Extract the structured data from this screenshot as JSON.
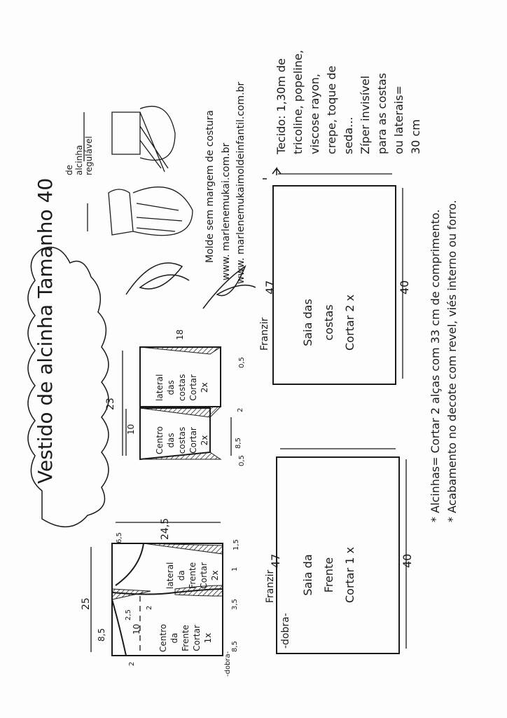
{
  "title": "Vestido de alcinha Tamanho 40",
  "fabric_notes": [
    "Tecido: 1,30m de",
    "tricoline, popeline,",
    "viscose rayon,",
    "crepe, toque de",
    "seda...",
    "Zíper invisível",
    "para as costas",
    "ou laterais=",
    "30 cm"
  ],
  "pattern_note": "Molde sem margem de costura",
  "websites": [
    "www. marlenemukai.com.br",
    "www. marlenemukaimoldeinfantil.com.br"
  ],
  "sketch_label": [
    "de",
    "alcinha",
    "regulável"
  ],
  "notes": [
    "* Alcinhas= Cortar 2 alças com 33 cm de comprimento.",
    "* Acabamento no decote com revel, viés interno ou forro."
  ],
  "skirt_back": {
    "lines": [
      "Saia das",
      "costas",
      "Cortar 2 x"
    ],
    "gather": "Franzir",
    "width": "47",
    "height": "40"
  },
  "skirt_front": {
    "lines": [
      "Saia da",
      "Frente",
      "Cortar 1 x"
    ],
    "gather": "Franzir",
    "fold": "-dobra-",
    "width": "47",
    "height": "40"
  },
  "back_bodice": {
    "side": [
      "lateral",
      "das",
      "costas",
      "Cortar",
      "2x"
    ],
    "center": [
      "Centro",
      "das",
      "costas",
      "Cortar",
      "2x"
    ],
    "dims": {
      "total": "23",
      "side_width": "18",
      "center_height": "10",
      "center_width": "8,5",
      "top": "0,5",
      "middle": "2",
      "bottom": "0,5"
    }
  },
  "front_bodice": {
    "side": [
      "lateral",
      "da",
      "Frente",
      "Cortar",
      "2x"
    ],
    "center": [
      "Centro",
      "da",
      "Frente",
      "Cortar",
      "1x"
    ],
    "fold": "-dobra-",
    "dims": {
      "total": "25",
      "width": "24,5",
      "neck": "6,5",
      "center": "8,5",
      "height": "10",
      "dart_top": "2,5",
      "dart_offset": "2",
      "hem": "2",
      "right_top": "1,5",
      "right_mid": "1",
      "right_dart": "3,5",
      "right_bottom": "8,5"
    }
  }
}
